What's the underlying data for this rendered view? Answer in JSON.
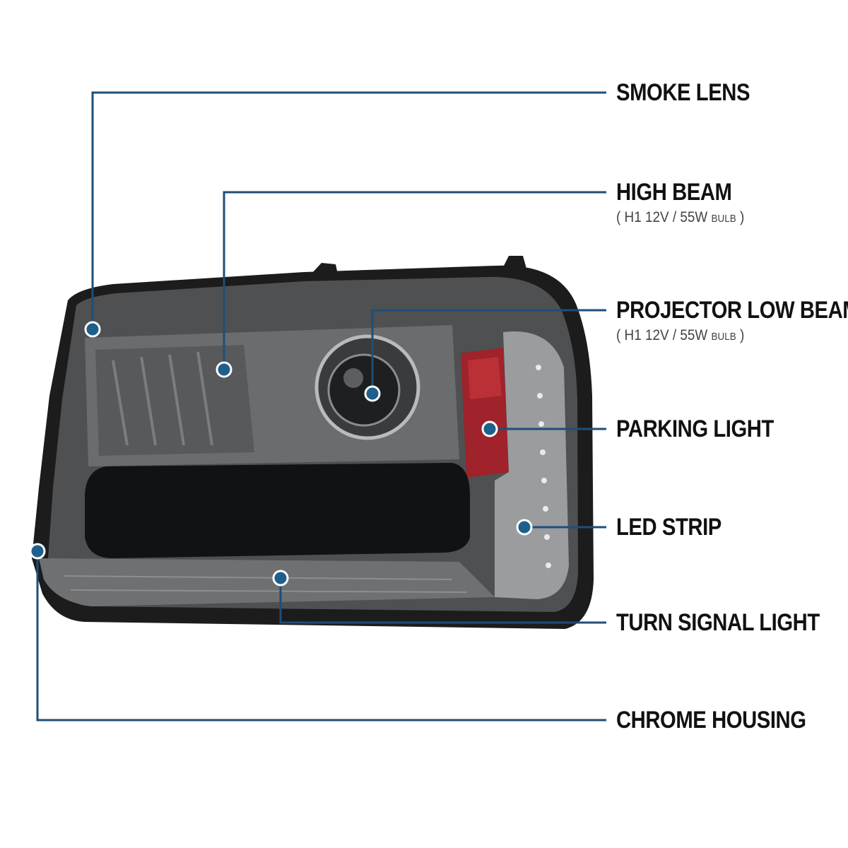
{
  "colors": {
    "leader_line": "#1f4e79",
    "marker_fill": "#1f5f8b",
    "marker_ring": "#ffffff",
    "housing_dark": "#2b2b2b",
    "lens_smoke": "#5a5c5e",
    "amber_reflector": "#b3212a"
  },
  "callouts": [
    {
      "id": "smoke-lens",
      "title": "SMOKE LENS"
    },
    {
      "id": "high-beam",
      "title": "HIGH BEAM",
      "spec_open": "(",
      "spec_main": "H1  12V / 55W",
      "spec_small": "BULB",
      "spec_close": ")"
    },
    {
      "id": "projector-low-beam",
      "title": "PROJECTOR LOW BEAM",
      "spec_open": "(",
      "spec_main": "H1  12V / 55W",
      "spec_small": "BULB",
      "spec_close": ")"
    },
    {
      "id": "parking-light",
      "title": "PARKING LIGHT"
    },
    {
      "id": "led-strip",
      "title": "LED STRIP"
    },
    {
      "id": "turn-signal-light",
      "title": "TURN SIGNAL LIGHT"
    },
    {
      "id": "chrome-housing",
      "title": "CHROME HOUSING"
    }
  ]
}
